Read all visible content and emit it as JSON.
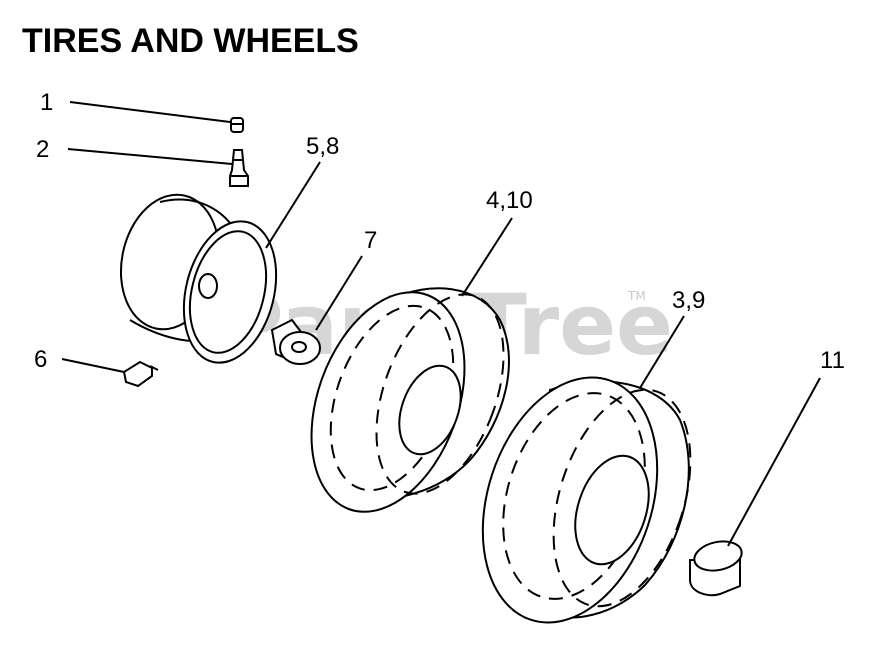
{
  "title": "TIRES AND WHEELS",
  "watermark": "PartsTree",
  "watermark_tm": "TM",
  "callouts": [
    {
      "id": "c1",
      "label": "1"
    },
    {
      "id": "c2",
      "label": "2"
    },
    {
      "id": "c58",
      "label": "5,8"
    },
    {
      "id": "c410",
      "label": "4,10"
    },
    {
      "id": "c7",
      "label": "7"
    },
    {
      "id": "c39",
      "label": "3,9"
    },
    {
      "id": "c6",
      "label": "6"
    },
    {
      "id": "c11",
      "label": "11"
    }
  ]
}
